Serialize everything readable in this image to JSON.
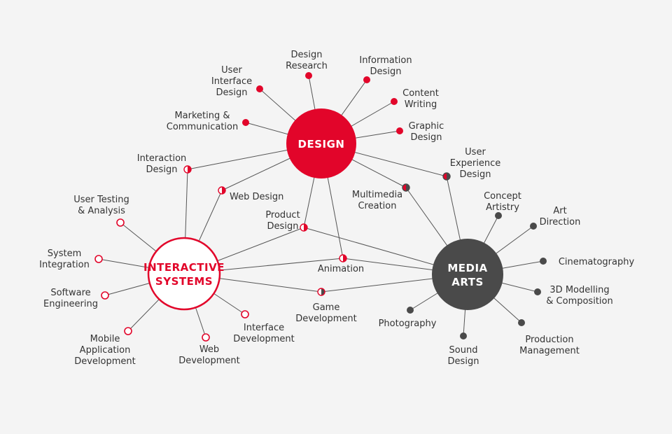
{
  "colors": {
    "design": "#e2052a",
    "interactive": "#e2052a",
    "media": "#4a4a4a",
    "edge": "#555555",
    "text": "#333333",
    "background": "#f4f4f4"
  },
  "hubs": {
    "design": {
      "label": [
        "DESIGN"
      ]
    },
    "interactive": {
      "label": [
        "INTERACTIVE",
        "SYSTEMS"
      ]
    },
    "media": {
      "label": [
        "MEDIA",
        "ARTS"
      ]
    }
  },
  "nodes": {
    "user_interface_design": {
      "label": [
        "User",
        "Interface",
        "Design"
      ],
      "category": "design"
    },
    "design_research": {
      "label": [
        "Design",
        "Research"
      ],
      "category": "design"
    },
    "information_design": {
      "label": [
        "Information",
        "Design"
      ],
      "category": "design"
    },
    "content_writing": {
      "label": [
        "Content",
        "Writing"
      ],
      "category": "design"
    },
    "marketing_communication": {
      "label": [
        "Marketing &",
        "Communication"
      ],
      "category": "design"
    },
    "graphic_design": {
      "label": [
        "Graphic",
        "Design"
      ],
      "category": "design"
    },
    "interaction_design": {
      "label": [
        "Interaction",
        "Design"
      ],
      "category": "design+interactive"
    },
    "web_design": {
      "label": [
        "Web Design"
      ],
      "category": "design+interactive"
    },
    "user_experience_design": {
      "label": [
        "User",
        "Experience",
        "Design"
      ],
      "category": "design+media"
    },
    "multimedia_creation": {
      "label": [
        "Multimedia",
        "Creation"
      ],
      "category": "design+media"
    },
    "product_design": {
      "label": [
        "Product",
        "Design"
      ],
      "category": "all"
    },
    "animation": {
      "label": [
        "Animation"
      ],
      "category": "all"
    },
    "game_development": {
      "label": [
        "Game",
        "Development"
      ],
      "category": "interactive+media"
    },
    "user_testing": {
      "label": [
        "User Testing",
        "& Analysis"
      ],
      "category": "interactive"
    },
    "system_integration": {
      "label": [
        "System",
        "Integration"
      ],
      "category": "interactive"
    },
    "software_engineering": {
      "label": [
        "Software",
        "Engineering"
      ],
      "category": "interactive"
    },
    "mobile_app_dev": {
      "label": [
        "Mobile",
        "Application",
        "Development"
      ],
      "category": "interactive"
    },
    "web_development": {
      "label": [
        "Web",
        "Development"
      ],
      "category": "interactive"
    },
    "interface_development": {
      "label": [
        "Interface",
        "Development"
      ],
      "category": "interactive"
    },
    "concept_artistry": {
      "label": [
        "Concept",
        "Artistry"
      ],
      "category": "media"
    },
    "art_direction": {
      "label": [
        "Art",
        "Direction"
      ],
      "category": "media"
    },
    "cinematography": {
      "label": [
        "Cinematography"
      ],
      "category": "media"
    },
    "modelling_composition": {
      "label": [
        "3D Modelling",
        "& Composition"
      ],
      "category": "media"
    },
    "production_management": {
      "label": [
        "Production",
        "Management"
      ],
      "category": "media"
    },
    "sound_design": {
      "label": [
        "Sound",
        "Design"
      ],
      "category": "media"
    },
    "photography": {
      "label": [
        "Photography"
      ],
      "category": "media"
    }
  }
}
